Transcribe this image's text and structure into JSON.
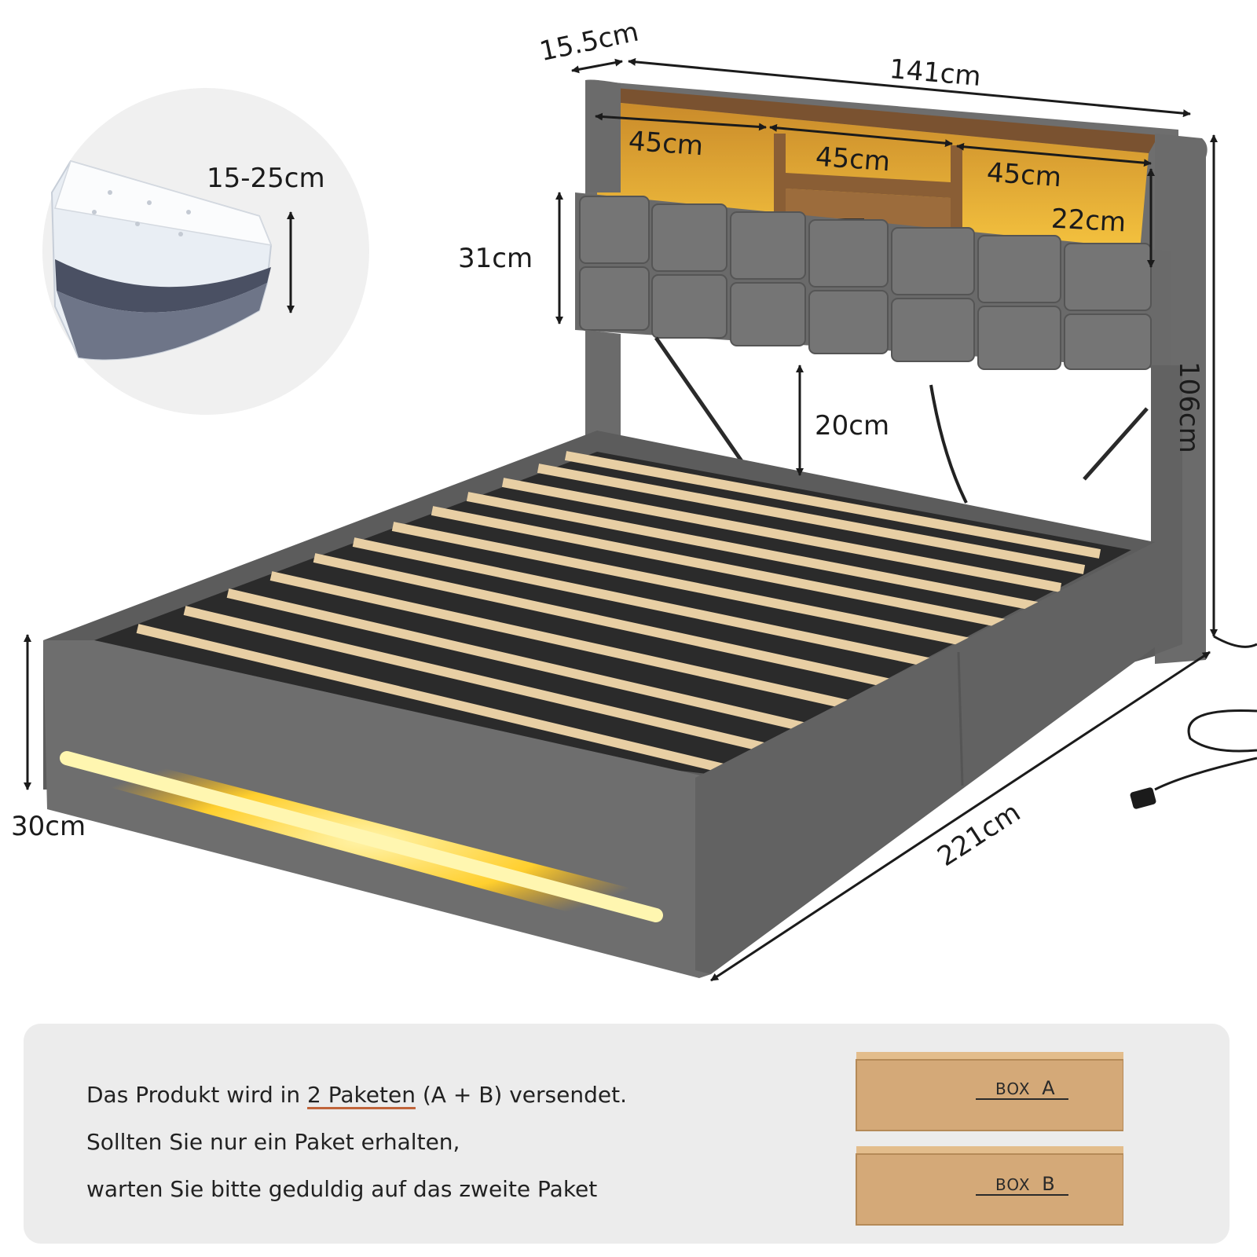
{
  "dimensions": {
    "headboard_depth": "15.5cm",
    "headboard_width": "141cm",
    "shelf_left": "45cm",
    "shelf_middle": "45cm",
    "shelf_right": "45cm",
    "shelf_height": "22cm",
    "headboard_cushion_height": "31cm",
    "total_height": "106cm",
    "under_headboard_gap": "20cm",
    "frame_height": "30cm",
    "length": "221cm",
    "mattress_thickness": "15-25cm"
  },
  "info": {
    "line1_prefix": "Das Produkt wird in ",
    "line1_highlight": "2 Paketen",
    "line1_suffix": " (A + B) versendet.",
    "line2": "Sollten Sie nur ein Paket erhalten,",
    "line3": "warten Sie bitte geduldig auf das zweite Paket"
  },
  "boxes": [
    {
      "label": "BOX",
      "letter": "A"
    },
    {
      "label": "BOX",
      "letter": "B"
    }
  ],
  "colors": {
    "fabric": "#6b6b6b",
    "fabric_dark": "#4e4e4e",
    "wood": "#7a5230",
    "led": "#ffd23a",
    "slat": "#e8cfa4",
    "panel_bg": "#ececec",
    "cardboard": "#d4a978",
    "highlight_underline": "#c0643a"
  }
}
